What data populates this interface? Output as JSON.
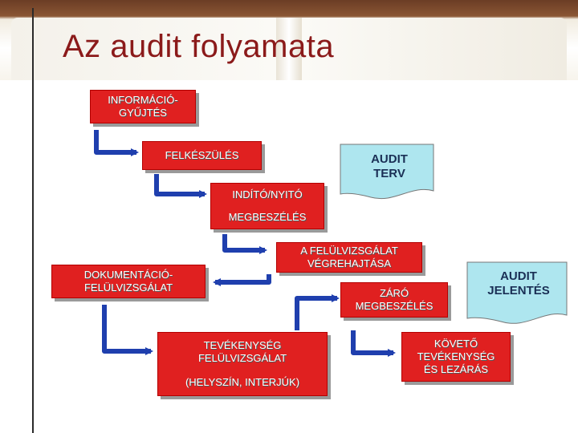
{
  "title": "Az audit folyamata",
  "nodes": {
    "info": "INFORMÁCIÓ-\nGYŰJTÉS",
    "felkeszules": "FELKÉSZÜLÉS",
    "indito": "INDÍTÓ/NYITÓ",
    "megbeszeles": "MEGBESZÉLÉS",
    "vegrehajtas": "A FELÜLVIZSGÁLAT\nVÉGREHAJTÁSA",
    "dokumentacio": "DOKUMENTÁCIÓ-\nFELÜLVIZSGÁLAT",
    "zaro": "ZÁRÓ\nMEGBESZÉLÉS",
    "tevekenyseg": "TEVÉKENYSÉG\nFELÜLVIZSGÁLAT",
    "helyszin": "(HELYSZÍN, INTERJÚK)",
    "koveto": "KÖVETŐ\nTEVÉKENYSÉG\nÉS  LEZÁRÁS"
  },
  "documents": {
    "terv": "AUDIT\nTERV",
    "jelentes": "AUDIT\nJELENTÉS"
  },
  "colors": {
    "box_fill": "#e02020",
    "arrow": "#1f3fae",
    "document_fill": "#aee6ef",
    "title": "#8b1a1a"
  }
}
